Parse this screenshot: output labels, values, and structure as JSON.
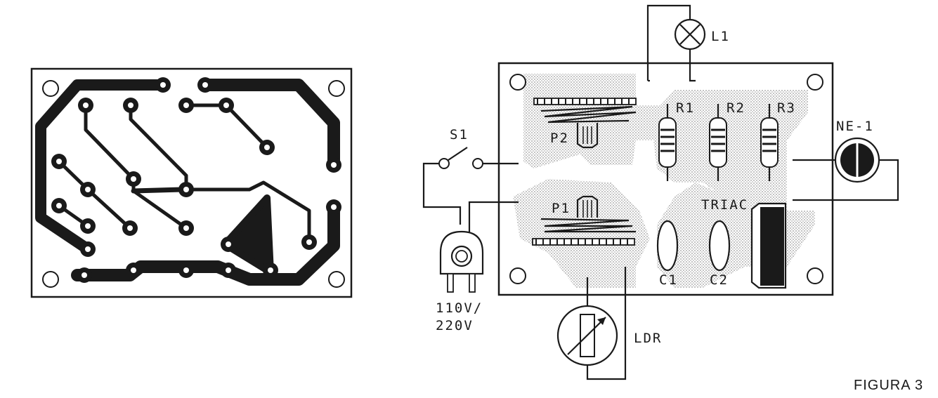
{
  "figure": {
    "caption": "FIGURA 3"
  },
  "copper_side": {
    "name": "pcb-track-layout"
  },
  "component_side": {
    "labels": {
      "lamp": "L1",
      "neon": "NE-1",
      "switch": "S1",
      "pot2": "P2",
      "pot1": "P1",
      "r1": "R1",
      "r2": "R2",
      "r3": "R3",
      "triac": "TRIAC",
      "c1": "C1",
      "c2": "C2",
      "ldr": "LDR",
      "mains_line1": "110V/",
      "mains_line2": "220V"
    }
  },
  "colors": {
    "ink": "#1a1a1a",
    "paper": "#ffffff",
    "silkscreen": "#d9d9d9"
  }
}
